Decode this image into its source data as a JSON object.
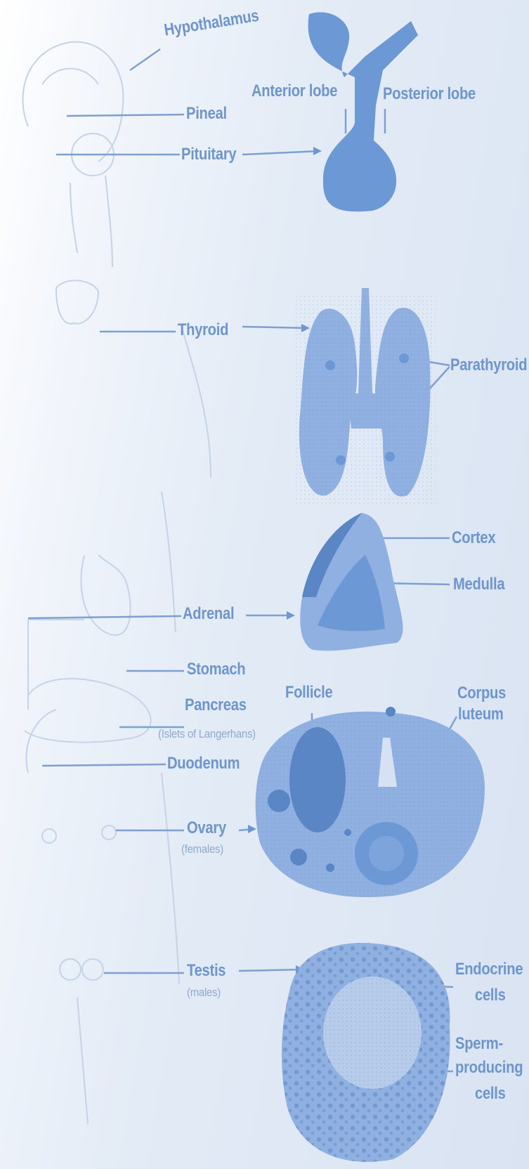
{
  "labels": {
    "hypothalamus": "Hypothalamus",
    "pineal": "Pineal",
    "pituitary": "Pituitary",
    "anterior_lobe": "Anterior lobe",
    "posterior_lobe": "Posterior lobe",
    "thyroid": "Thyroid",
    "parathyroid": "Parathyroid",
    "cortex": "Cortex",
    "medulla": "Medulla",
    "adrenal": "Adrenal",
    "stomach": "Stomach",
    "pancreas": "Pancreas",
    "islets": "(Islets of Langerhans)",
    "duodenum": "Duodenum",
    "follicle": "Follicle",
    "corpus": "Corpus",
    "luteum": "luteum",
    "ovary": "Ovary",
    "females": "(females)",
    "testis": "Testis",
    "males": "(males)",
    "endocrine": "Endocrine",
    "endocrine_cells": "cells",
    "sperm": "Sperm-",
    "producing": "producing",
    "sperm_cells": "cells"
  },
  "colors": {
    "organ_fill": "#6c98d6",
    "organ_light": "#a3bfe6",
    "label": "#6d95cf",
    "sketch": "#c5d3e8"
  }
}
